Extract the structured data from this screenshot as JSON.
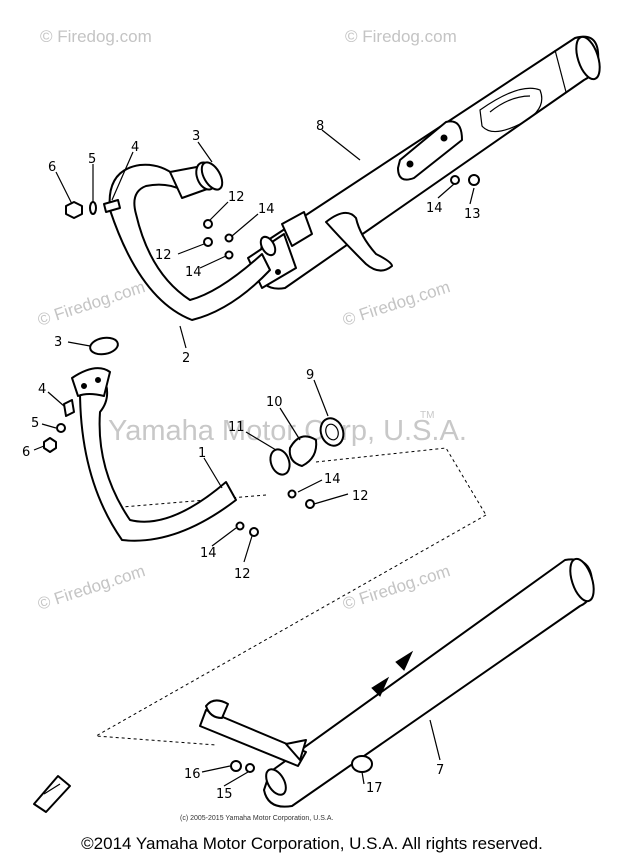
{
  "watermarks": {
    "firedog": "© Firedog.com",
    "brand": "Yamaha Motor Corp, U.S.A.",
    "trademark": "TM"
  },
  "diagram_copyright": "(c) 2005-2015 Yamaha Motor Corporation, U.S.A.",
  "footer": {
    "copyright": "©2014 Yamaha Motor Corporation, U.S.A. All rights reserved."
  },
  "callouts": [
    "1",
    "2",
    "3",
    "3",
    "4",
    "4",
    "5",
    "5",
    "6",
    "6",
    "7",
    "8",
    "9",
    "10",
    "11",
    "12",
    "12",
    "12",
    "12",
    "13",
    "14",
    "14",
    "14",
    "14",
    "14",
    "15",
    "16",
    "17"
  ]
}
